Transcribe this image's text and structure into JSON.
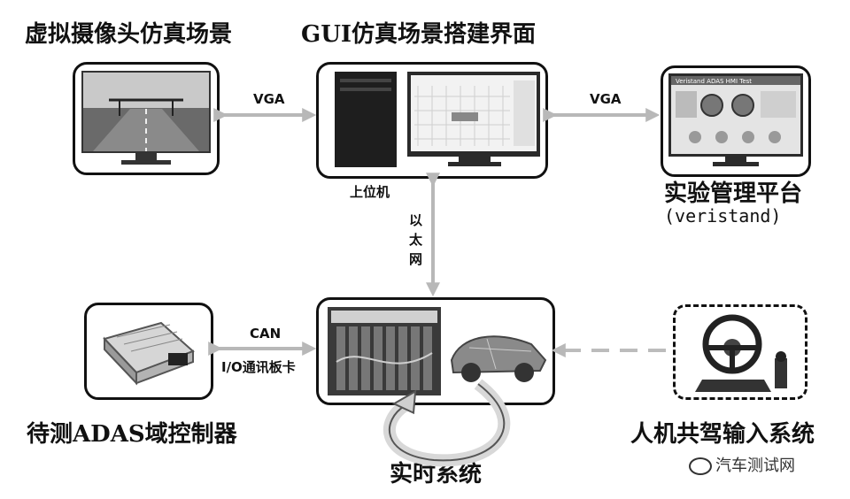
{
  "nodes": {
    "camera_sim": {
      "label": "虚拟摄像头仿真场景"
    },
    "gui_sim": {
      "label": "GUI仿真场景搭建界面",
      "sublabel": "上位机"
    },
    "exp_mgmt": {
      "label": "实验管理平台",
      "sublabel": "(veristand)",
      "screen_title": "Veristand ADAS HMI Test"
    },
    "adas_ecu": {
      "label": "待测ADAS域控制器"
    },
    "realtime": {
      "label": "实时系统"
    },
    "hmi_input": {
      "label": "人机共驾输入系统"
    }
  },
  "edges": {
    "vga_left": {
      "label": "VGA"
    },
    "vga_right": {
      "label": "VGA"
    },
    "ethernet": {
      "chars": [
        "以",
        "太",
        "网"
      ]
    },
    "can": {
      "label": "CAN",
      "label2": "I/O通讯板卡"
    }
  },
  "watermark": {
    "text": "汽车测试网"
  },
  "colors": {
    "line": "#111111",
    "arrow": "#b8b8b8",
    "dashed_arrow": "#bcbcbc"
  }
}
